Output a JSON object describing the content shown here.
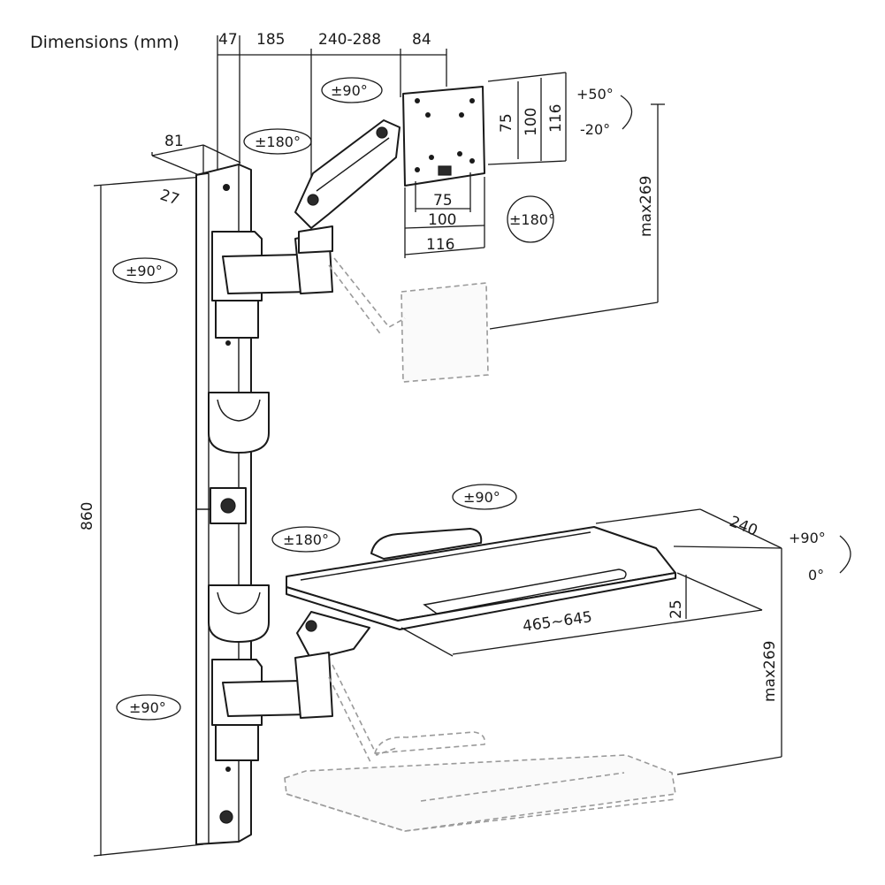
{
  "title": "Dimensions (mm)",
  "top_dimensions": [
    "47",
    "185",
    "240-288",
    "84"
  ],
  "rail": {
    "depth_width": "81",
    "rail_thickness": "27",
    "height": "860"
  },
  "monitor_plate": {
    "vesa_h_small": "75",
    "vesa_h_large": "100",
    "plate_height": "116",
    "vesa_w_small": "75",
    "vesa_w_large": "100",
    "plate_width": "116",
    "tilt_up": "+50°",
    "tilt_down": "-20°",
    "rotation": "±180°",
    "height_adjust": "max269"
  },
  "keyboard_tray": {
    "depth": "240",
    "width": "465~645",
    "thickness": "25",
    "tilt_up": "+90°",
    "tilt_down": "0°",
    "height_adjust": "max269"
  },
  "rotations": {
    "monitor_arm_swivel": "±90°",
    "monitor_arm_joint": "±180°",
    "upper_bracket_swivel": "±90°",
    "tray_swivel": "±90°",
    "tray_joint": "±180°",
    "lower_bracket_swivel": "±90°"
  },
  "colors": {
    "line": "#1a1a1a",
    "ghost": "#9a9a9a",
    "background": "#ffffff"
  }
}
